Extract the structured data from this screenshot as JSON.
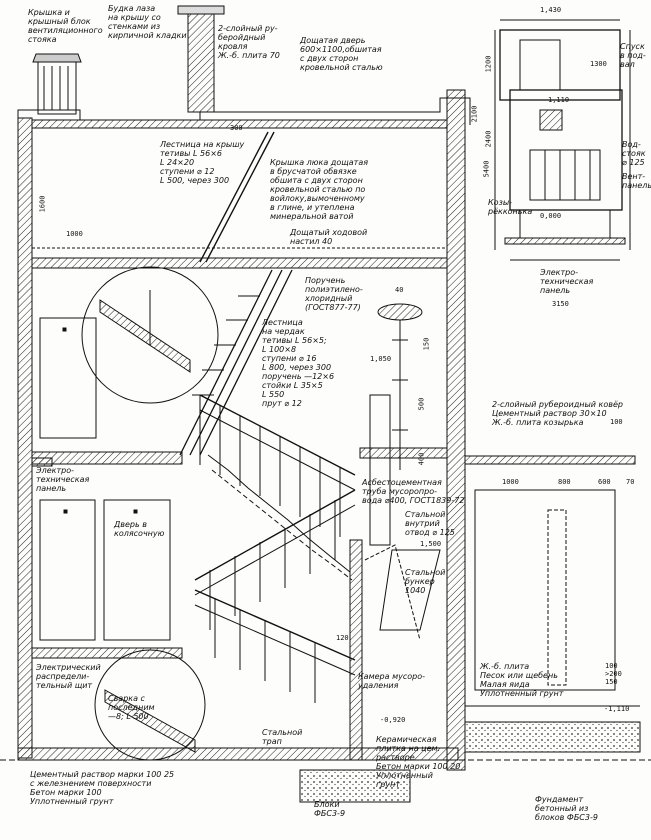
{
  "drawing": {
    "roof_vent_cap": "Крышка и\nкрышный блок\nвентиляционного\nстояка",
    "vent_box": "Будка лаза\nна крышу со\nстенками из\nкирпичной кладки",
    "roof_layers": "2-слойный ру-\nберойдный\nкровля\nЖ.-б. плита 70",
    "wooden_door": "Дощатая дверь\n600×1100,обшитая\nс двух сторон\nкровельной сталью",
    "roof_ladder": "Лестница на крышу\nтетивы L 56×6\nL 24×20\nступени ⌀ 12\nL 500, через 300",
    "hatch_cover": "Крышка люка дощатая\nв брусчатой обвязке\nобшита с двух сторон\nкровельной сталью по\nвойлоку,вымоченному\nв глине, и утеплена\nминеральной ватой",
    "attic_floor": "Дощатый ходовой\nнастил 40",
    "handrail": "Поручень\nполиэтилено-\nхлоридный\n(ГОСТ877-77)",
    "attic_ladder": "Лестница\nна чердак\nтетивы L 56×5;\nL 100×8\nступени ⌀ 16\nL 800, через 300\nпоручень —12×6\nстойки L 35×5\nL 550\nпрут ⌀ 12",
    "vestibule_roof": "2-слойный рубероидный ковёр\nЦементный раствор 30×10\nЖ.-б. плита козырька",
    "vestibule_roof_num": "100",
    "elec_panel_left": "Электро-\nтехническая\nпанель",
    "door_chute_room": "Дверь в\nколясочную",
    "asbestos_pipe": "Асбестоцементная\nтруба мусоропро-\nвода ⌀400, ГОСТ1839-72",
    "steel_valve": "Стальной\nвнутрий\nотвод ⌀ 125",
    "steel_bunker": "Стальной\nбункер\n1040",
    "elec_cabinet": "Электрический\nраспредели-\nтельный щит",
    "weld_note": "Сварка с\nпоследним\n—8; L 500",
    "waste_chamber": "Камера мусоро-\nудаления",
    "steel_ladder": "Стальной\nтрап",
    "ceramic_tile": "Керамическая\nплитка на цем.\nрастворе\nБетон марки 100 20\nУплотненный\nгрунт",
    "vestibule_slab": "Ж.-б. плита\nПесок или щебень\nМалая яида\nУплотненный грунт",
    "vestibule_slab_nums": "100\n>200\n150",
    "floor_layers": "Цементный раствор марки 100 25\nс железнением поверхности\nБетон марки 100\nУплотненный грунт",
    "blocks": "Блоки\nФБС3-9",
    "foundation": "Фундамент\nбетонный из\nблоков ФБС3-9",
    "plan_canopy": "Козы-\nрёкконька",
    "plan_elec": "Электро-\nтехническая\nпанель",
    "plan_right": "Спуск\nв под-\nвал",
    "plan_right2": "Вод-\nстояк\n⌀ 125",
    "plan_right3": "Вент-\nпанель",
    "dims": {
      "d300": "300",
      "d1600": "1600",
      "d1000": "1000",
      "d100": "100",
      "d800": "800",
      "d600": "600",
      "d70": "70",
      "d40": "40",
      "d150": "150",
      "d500": "500",
      "d400": "400",
      "d120": "120",
      "d2400": "2400",
      "d5000": "5400",
      "d1200": "1200",
      "d3150": "3150",
      "d1430": "1,430",
      "d1500": "1,500",
      "d1110": "1,110",
      "d1050": "1,050",
      "d2100": "2100",
      "d1300": "1300",
      "d0000": "0,000",
      "dneg": "-1,110",
      "dfix": "-0,920"
    }
  }
}
